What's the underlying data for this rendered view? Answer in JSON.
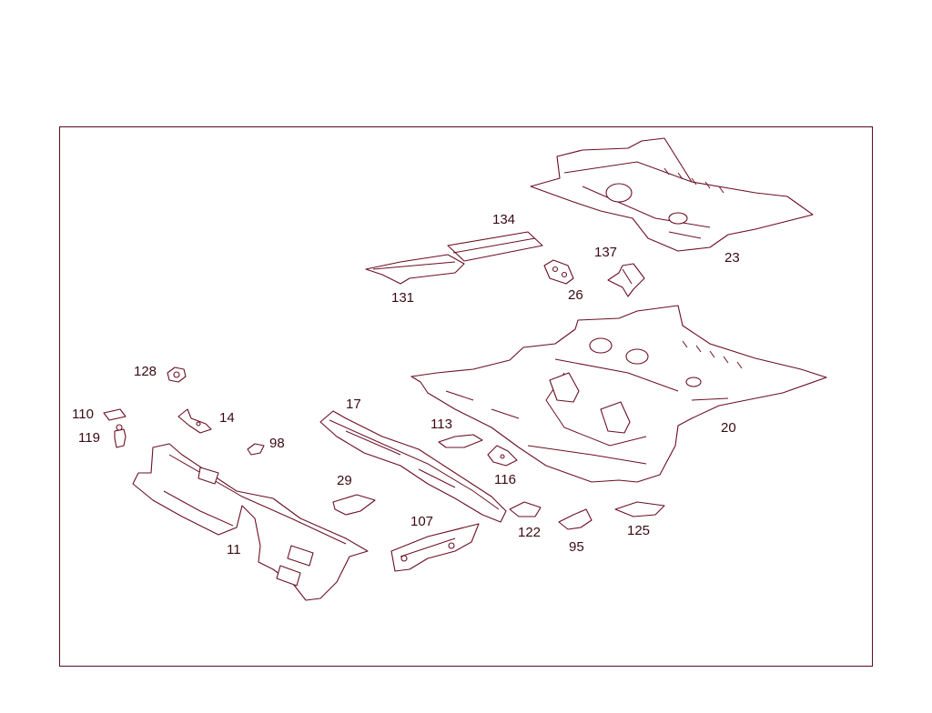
{
  "diagram": {
    "line_color": "#6a0f24",
    "text_color": "#3a0a14",
    "callouts": {
      "c11": "11",
      "c14": "14",
      "c17": "17",
      "c20": "20",
      "c23": "23",
      "c26": "26",
      "c29": "29",
      "c95": "95",
      "c98": "98",
      "c107": "107",
      "c110": "110",
      "c113": "113",
      "c116": "116",
      "c119": "119",
      "c122": "122",
      "c125": "125",
      "c128": "128",
      "c131": "131",
      "c134": "134",
      "c137": "137"
    }
  }
}
